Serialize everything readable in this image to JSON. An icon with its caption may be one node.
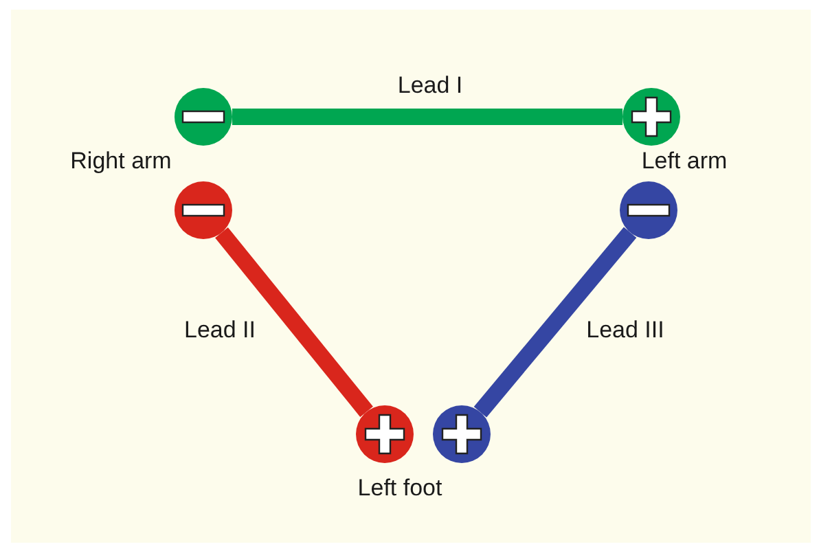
{
  "diagram": {
    "nodes": [
      {
        "text": [],
        "shape": "circle"
      },
      {
        "text": [],
        "shape": "circle"
      },
      {
        "text": [],
        "shape": "circle"
      },
      {
        "text": [],
        "shape": "circle"
      },
      {
        "text": [],
        "shape": "circle"
      },
      {
        "text": [],
        "shape": "circle"
      }
    ],
    "edges": [
      {
        "from": 0,
        "to": 1,
        "arrow": "none",
        "label": "Lead I",
        "color": "#00a651"
      },
      {
        "from": 2,
        "to": 4,
        "arrow": "none",
        "label": "Lead II",
        "color": "#d9261c"
      },
      {
        "from": 3,
        "to": 5,
        "arrow": "none",
        "label": "Lead III",
        "color": "#3546a3"
      }
    ],
    "labels": [
      "Right arm",
      "Left arm",
      "Left foot"
    ]
  }
}
